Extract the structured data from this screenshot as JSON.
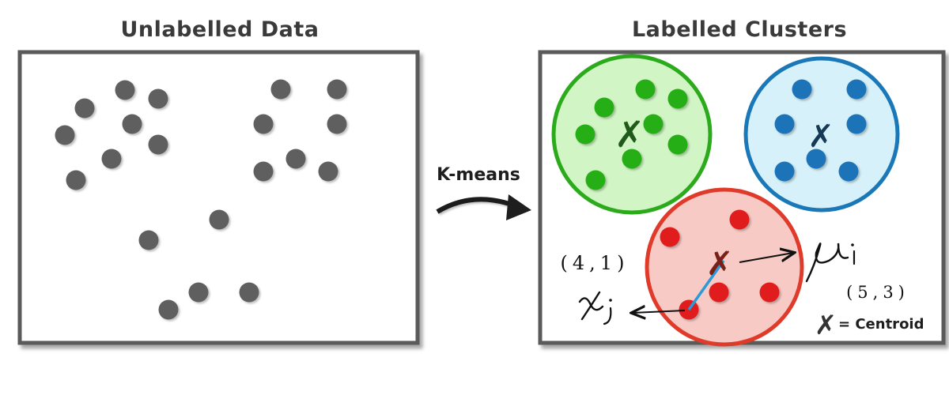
{
  "left_panel": {
    "title": "Unlabelled Data",
    "point_color": "#5f5f5f"
  },
  "arrow": {
    "label": "K-means"
  },
  "right_panel": {
    "title": "Labelled Clusters",
    "clusters": [
      {
        "name": "green",
        "fill": "#d1f5c5",
        "stroke": "#2bab1c",
        "point_color": "#27ae12",
        "centroid_color": "#1f5a1a"
      },
      {
        "name": "blue",
        "fill": "#d6f1f9",
        "stroke": "#1b78b8",
        "point_color": "#1a73b8",
        "centroid_color": "#163a55"
      },
      {
        "name": "red",
        "fill": "#f7cac6",
        "stroke": "#e03b2a",
        "point_color": "#e01e1a",
        "centroid_color": "#7a2018"
      }
    ],
    "annotations": {
      "xj_coord": "(4,1)",
      "mu_coord": "(5,3)"
    },
    "legend": {
      "text": "= Centroid",
      "icon": "x-mark-icon"
    }
  }
}
